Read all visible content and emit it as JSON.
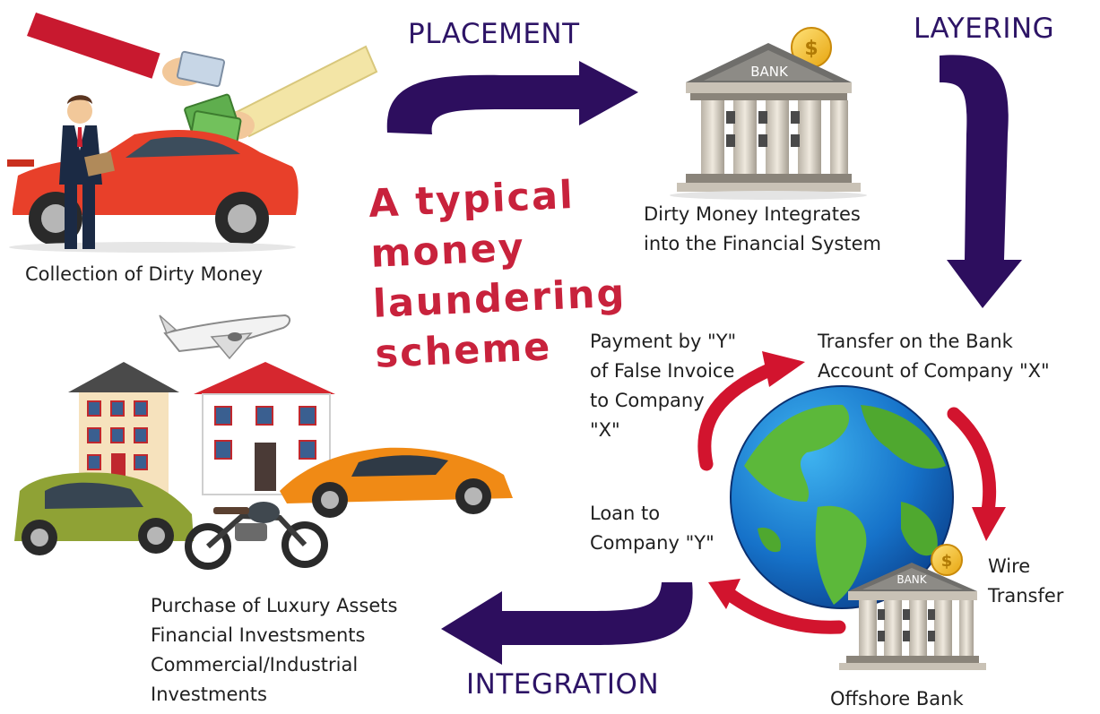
{
  "headline": {
    "lines": [
      "A typical",
      "money",
      "laundering",
      "scheme"
    ]
  },
  "stages": {
    "placement": "PLACEMENT",
    "layering": "LAYERING",
    "integration": "INTEGRATION"
  },
  "captions": {
    "collection": "Collection of Dirty Money",
    "bank_line1": "Dirty Money Integrates",
    "bank_line2": "into the Financial System",
    "transfer_line1": "Transfer on the Bank",
    "transfer_line2": "Account of Company \"X\"",
    "payment_lines": [
      "Payment by \"Y\"",
      "of False Invoice",
      "to Company",
      "\"X\""
    ],
    "loan_lines": [
      "Loan to",
      "Company \"Y\""
    ],
    "wire_lines": [
      "Wire",
      "Transfer"
    ],
    "offshore": "Offshore Bank",
    "luxury_lines": [
      "Purchase of Luxury Assets",
      "Financial Investsments",
      "Commercial/Industrial",
      "Investments"
    ]
  },
  "bank_signs": {
    "main": "BANK",
    "offshore": "BANK"
  },
  "colors": {
    "stage_arrow": "#2d0e5e",
    "cycle_arrow": "#d2142e",
    "headline": "#c8223c",
    "stage_text": "#2d1466"
  }
}
